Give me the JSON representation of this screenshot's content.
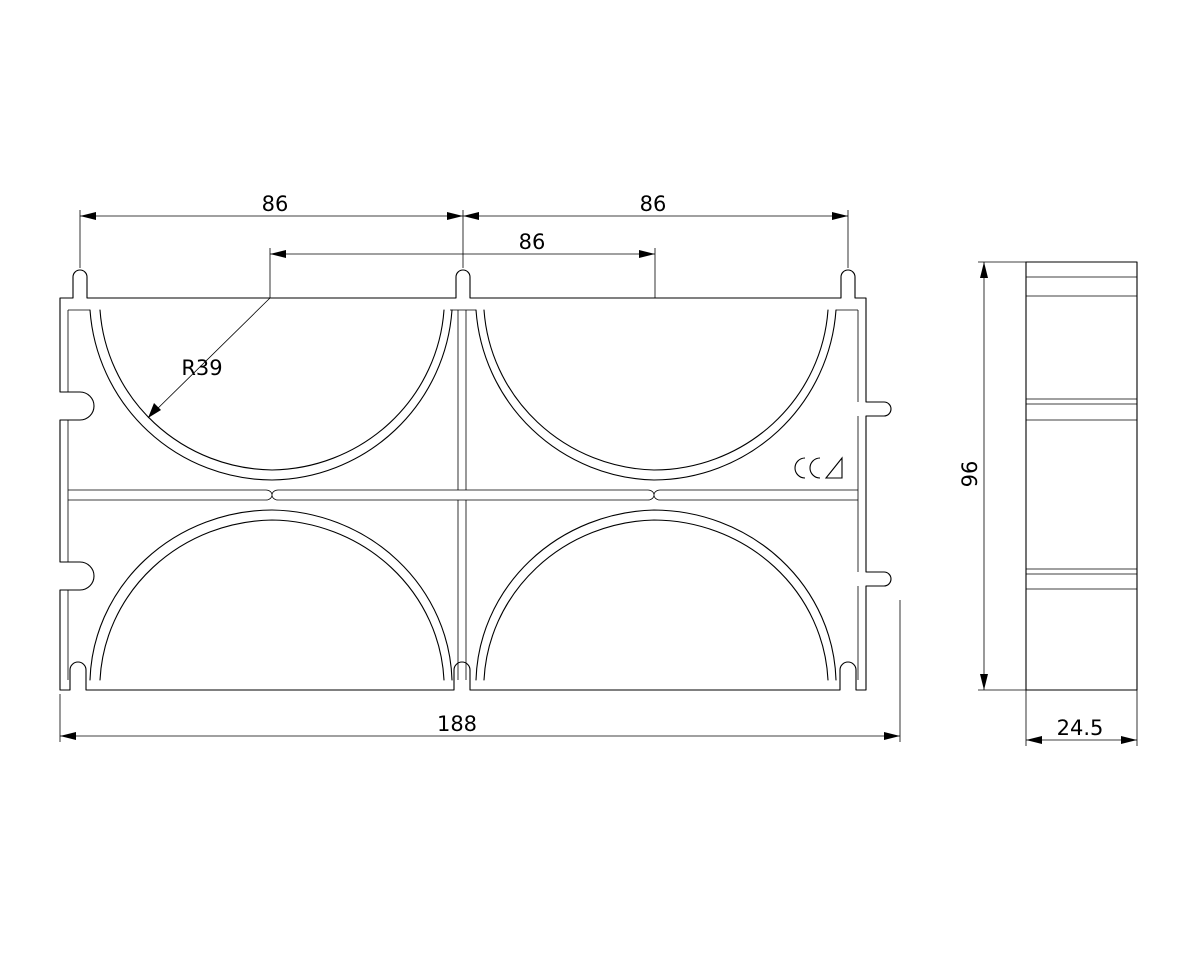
{
  "dimensions": {
    "pitch_top_left": "86",
    "pitch_top_right": "86",
    "pitch_center": "86",
    "radius": "R39",
    "overall_width": "188",
    "side_height": "96",
    "side_depth": "24.5"
  },
  "logo": {
    "text": "CCA"
  }
}
